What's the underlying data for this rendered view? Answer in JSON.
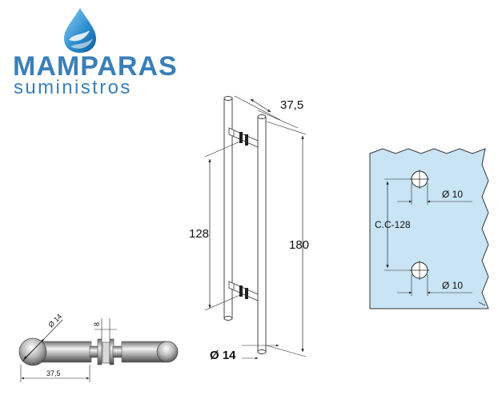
{
  "brand": {
    "name": "MAMPARAS",
    "tagline": "suministros",
    "color": "#3a7fb8",
    "icon": "water-drop-icon"
  },
  "side_view": {
    "diameter_label": "Ø 14",
    "offset_label": "37,5",
    "thickness_label": "8"
  },
  "front_view": {
    "offset_label": "37,5",
    "center_distance_label": "128",
    "length_label": "180",
    "diameter_label": "Ø 14"
  },
  "glass_drilling": {
    "center_distance_label": "C.C-128",
    "hole_top_label": "Ø 10",
    "hole_bottom_label": "Ø 10",
    "glass_color": "#c8e4f5"
  }
}
